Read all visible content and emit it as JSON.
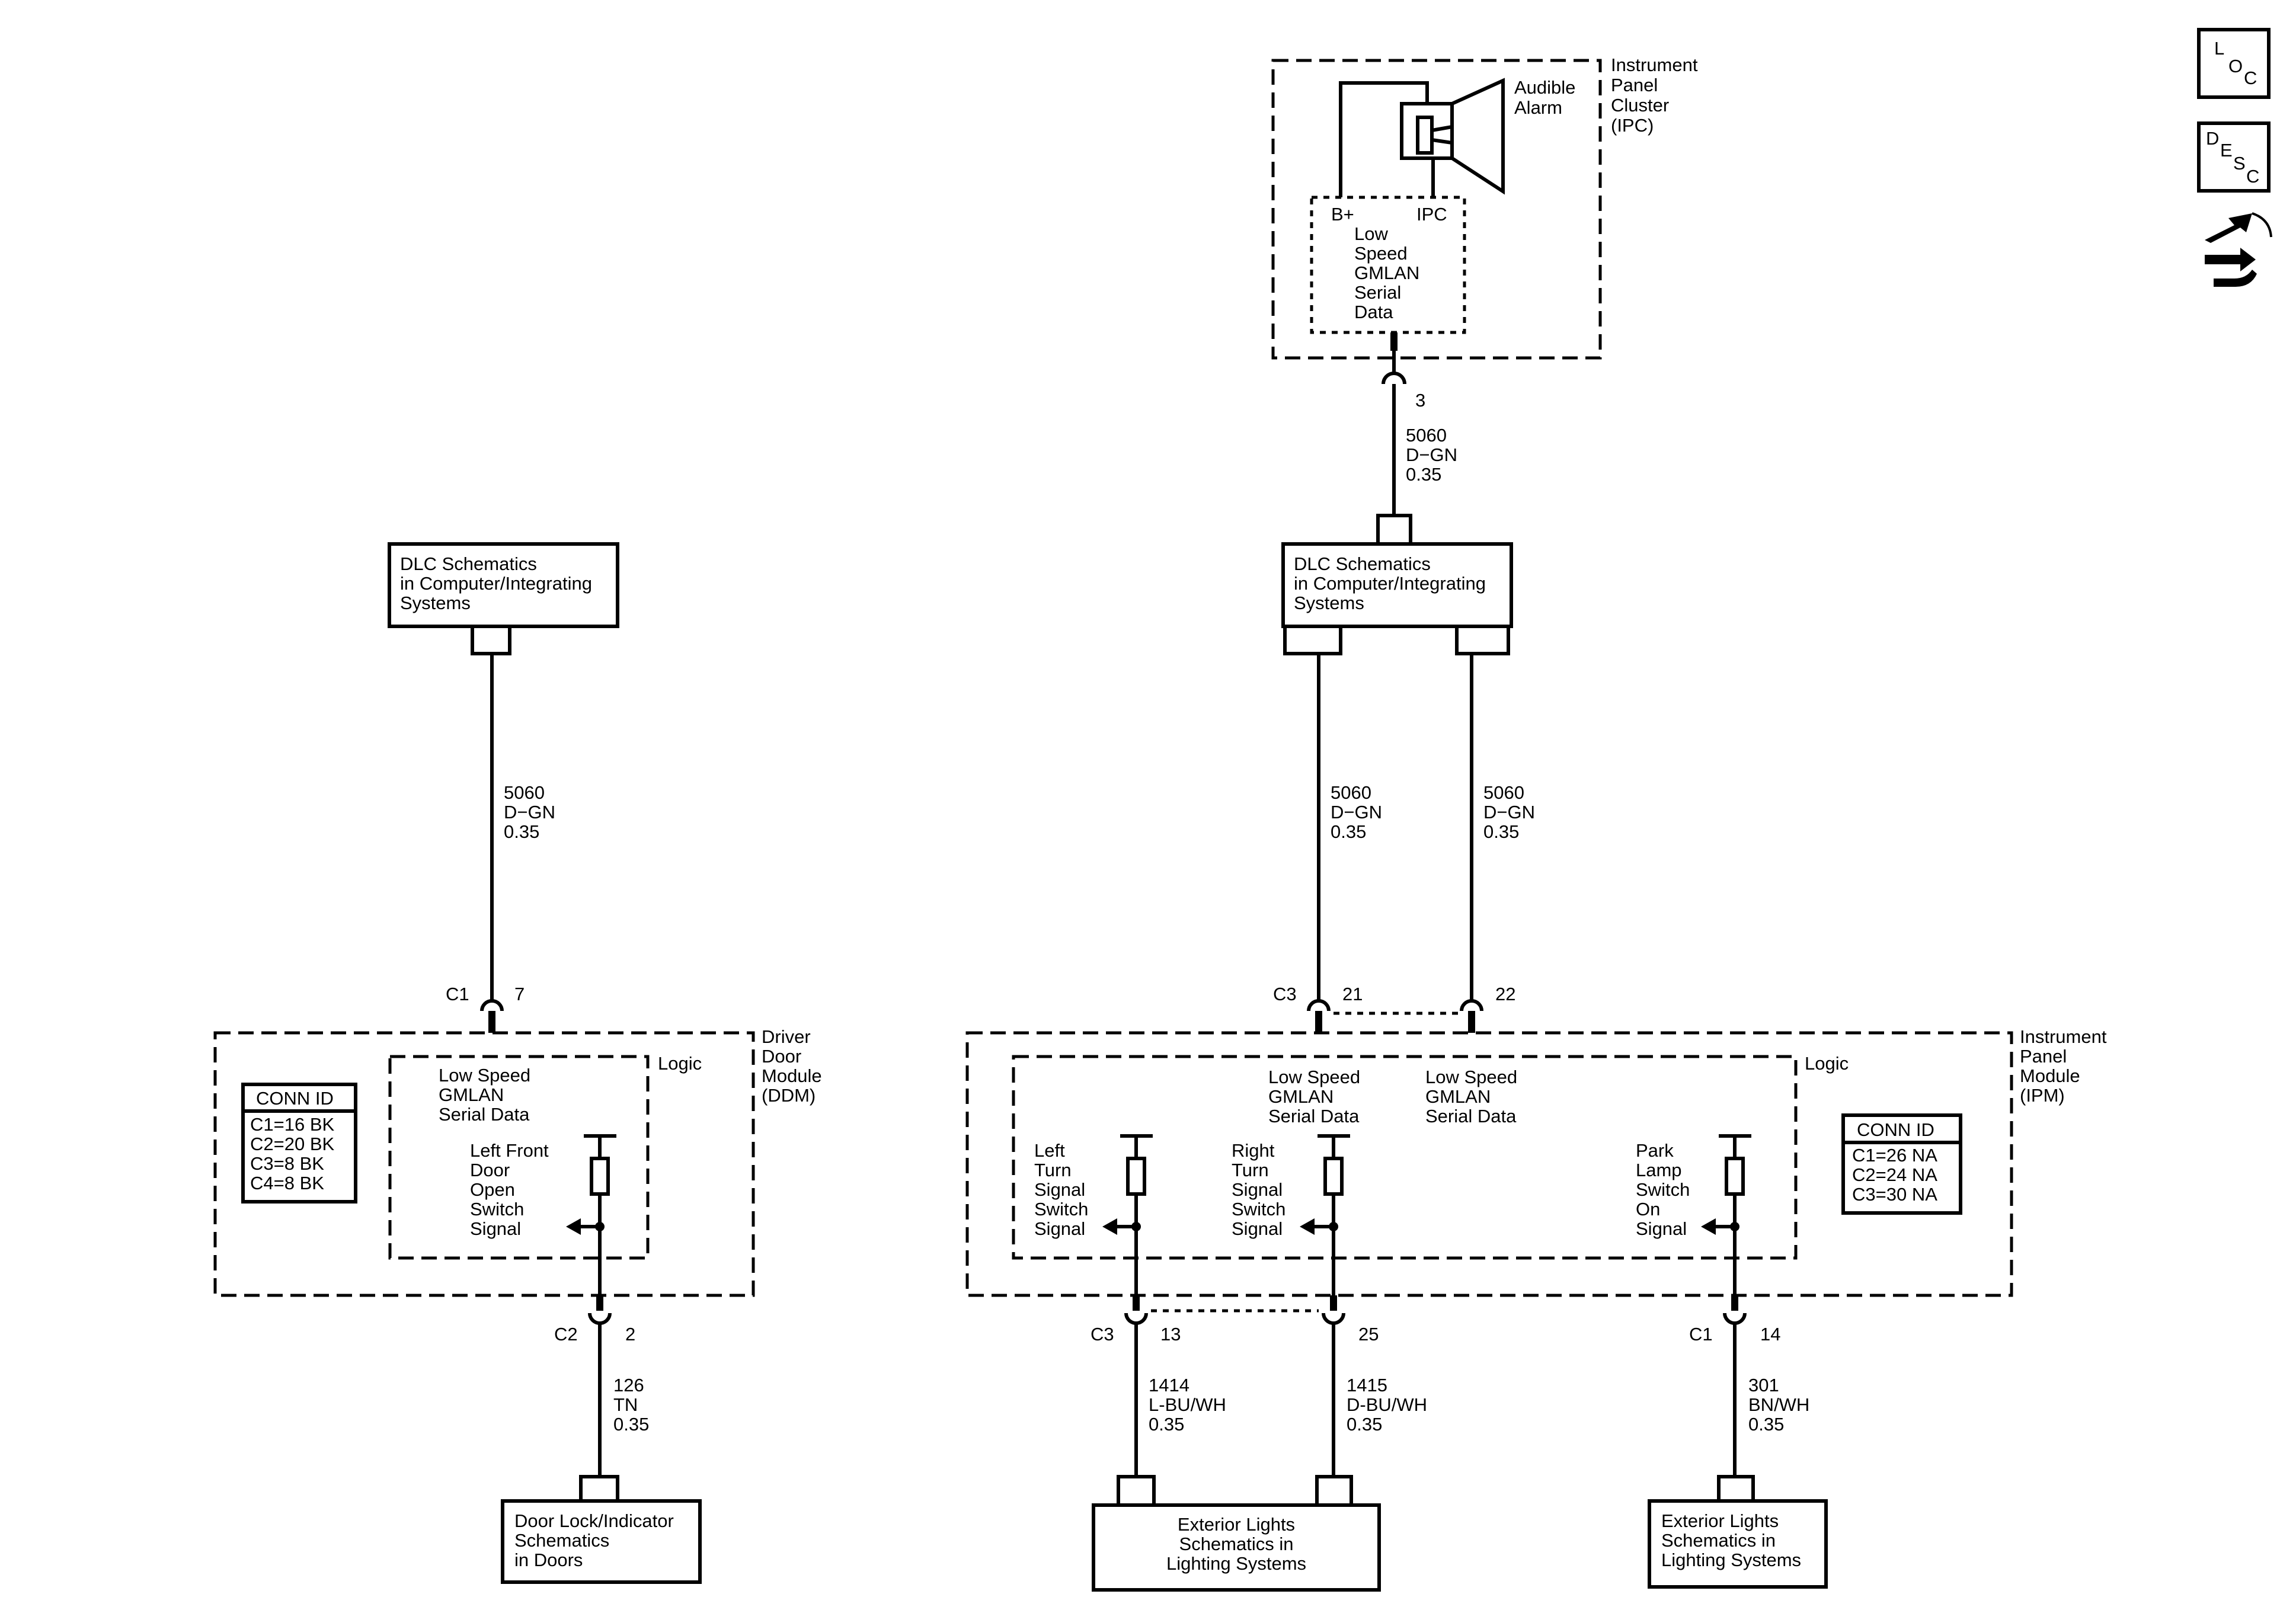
{
  "side_icons": {
    "loc": [
      "L",
      "O",
      "C"
    ],
    "desc": [
      "D",
      "E",
      "S",
      "C"
    ],
    "icon": "disassembly-icon"
  },
  "ipc": {
    "title": [
      "Instrument",
      "Panel",
      "Cluster",
      "(IPC)"
    ],
    "alarm_label": [
      "Audible",
      "Alarm"
    ],
    "pin_bplus": "B+",
    "pin_ipc": "IPC",
    "inner_label": [
      "Low",
      "Speed",
      "GMLAN",
      "Serial",
      "Data"
    ],
    "pin": "3",
    "wire": [
      "5060",
      "D−GN",
      "0.35"
    ]
  },
  "dlc_left": {
    "label": [
      "DLC Schematics",
      "in Computer/Integrating",
      "Systems"
    ],
    "wire": [
      "5060",
      "D−GN",
      "0.35"
    ]
  },
  "dlc_right": {
    "label": [
      "DLC Schematics",
      "in Computer/Integrating",
      "Systems"
    ],
    "wire_a": [
      "5060",
      "D−GN",
      "0.35"
    ],
    "wire_b": [
      "5060",
      "D−GN",
      "0.35"
    ]
  },
  "ddm": {
    "title": [
      "Driver",
      "Door",
      "Module",
      "(DDM)"
    ],
    "logic": "Logic",
    "serial_label": [
      "Low Speed",
      "GMLAN",
      "Serial Data"
    ],
    "signal_label": [
      "Left Front",
      "Door",
      "Open",
      "Switch",
      "Signal"
    ],
    "conn_id": {
      "header": "CONN ID",
      "rows": [
        "C1=16 BK",
        "C2=20 BK",
        "C3=8 BK",
        "C4=8 BK"
      ]
    },
    "top_conn": "C1",
    "top_pin": "7",
    "bottom_conn": "C2",
    "bottom_pin": "2",
    "out_wire": [
      "126",
      "TN",
      "0.35"
    ]
  },
  "ipm": {
    "title": [
      "Instrument",
      "Panel",
      "Module",
      "(IPM)"
    ],
    "logic": "Logic",
    "serial_a": [
      "Low Speed",
      "GMLAN",
      "Serial Data"
    ],
    "serial_b": [
      "Low Speed",
      "GMLAN",
      "Serial Data"
    ],
    "left_turn": [
      "Left",
      "Turn",
      "Signal",
      "Switch",
      "Signal"
    ],
    "right_turn": [
      "Right",
      "Turn",
      "Signal",
      "Switch",
      "Signal"
    ],
    "park": [
      "Park",
      "Lamp",
      "Switch",
      "On",
      "Signal"
    ],
    "conn_id": {
      "header": "CONN ID",
      "rows": [
        "C1=26 NA",
        "C2=24 NA",
        "C3=30 NA"
      ]
    },
    "top_conn": "C3",
    "top_pin_a": "21",
    "top_pin_b": "22",
    "bottom_conn_a": "C3",
    "pin_13": "13",
    "pin_25": "25",
    "bottom_conn_b": "C1",
    "pin_14": "14",
    "wire_1414": [
      "1414",
      "L-BU/WH",
      "0.35"
    ],
    "wire_1415": [
      "1415",
      "D-BU/WH",
      "0.35"
    ],
    "wire_301": [
      "301",
      "BN/WH",
      "0.35"
    ]
  },
  "dest_door": {
    "label": [
      "Door Lock/Indicator",
      "Schematics",
      "in Doors"
    ]
  },
  "dest_ext_a": {
    "label": [
      "Exterior Lights",
      "Schematics in",
      "Lighting Systems"
    ]
  },
  "dest_ext_b": {
    "label": [
      "Exterior Lights",
      "Schematics in",
      "Lighting Systems"
    ]
  }
}
